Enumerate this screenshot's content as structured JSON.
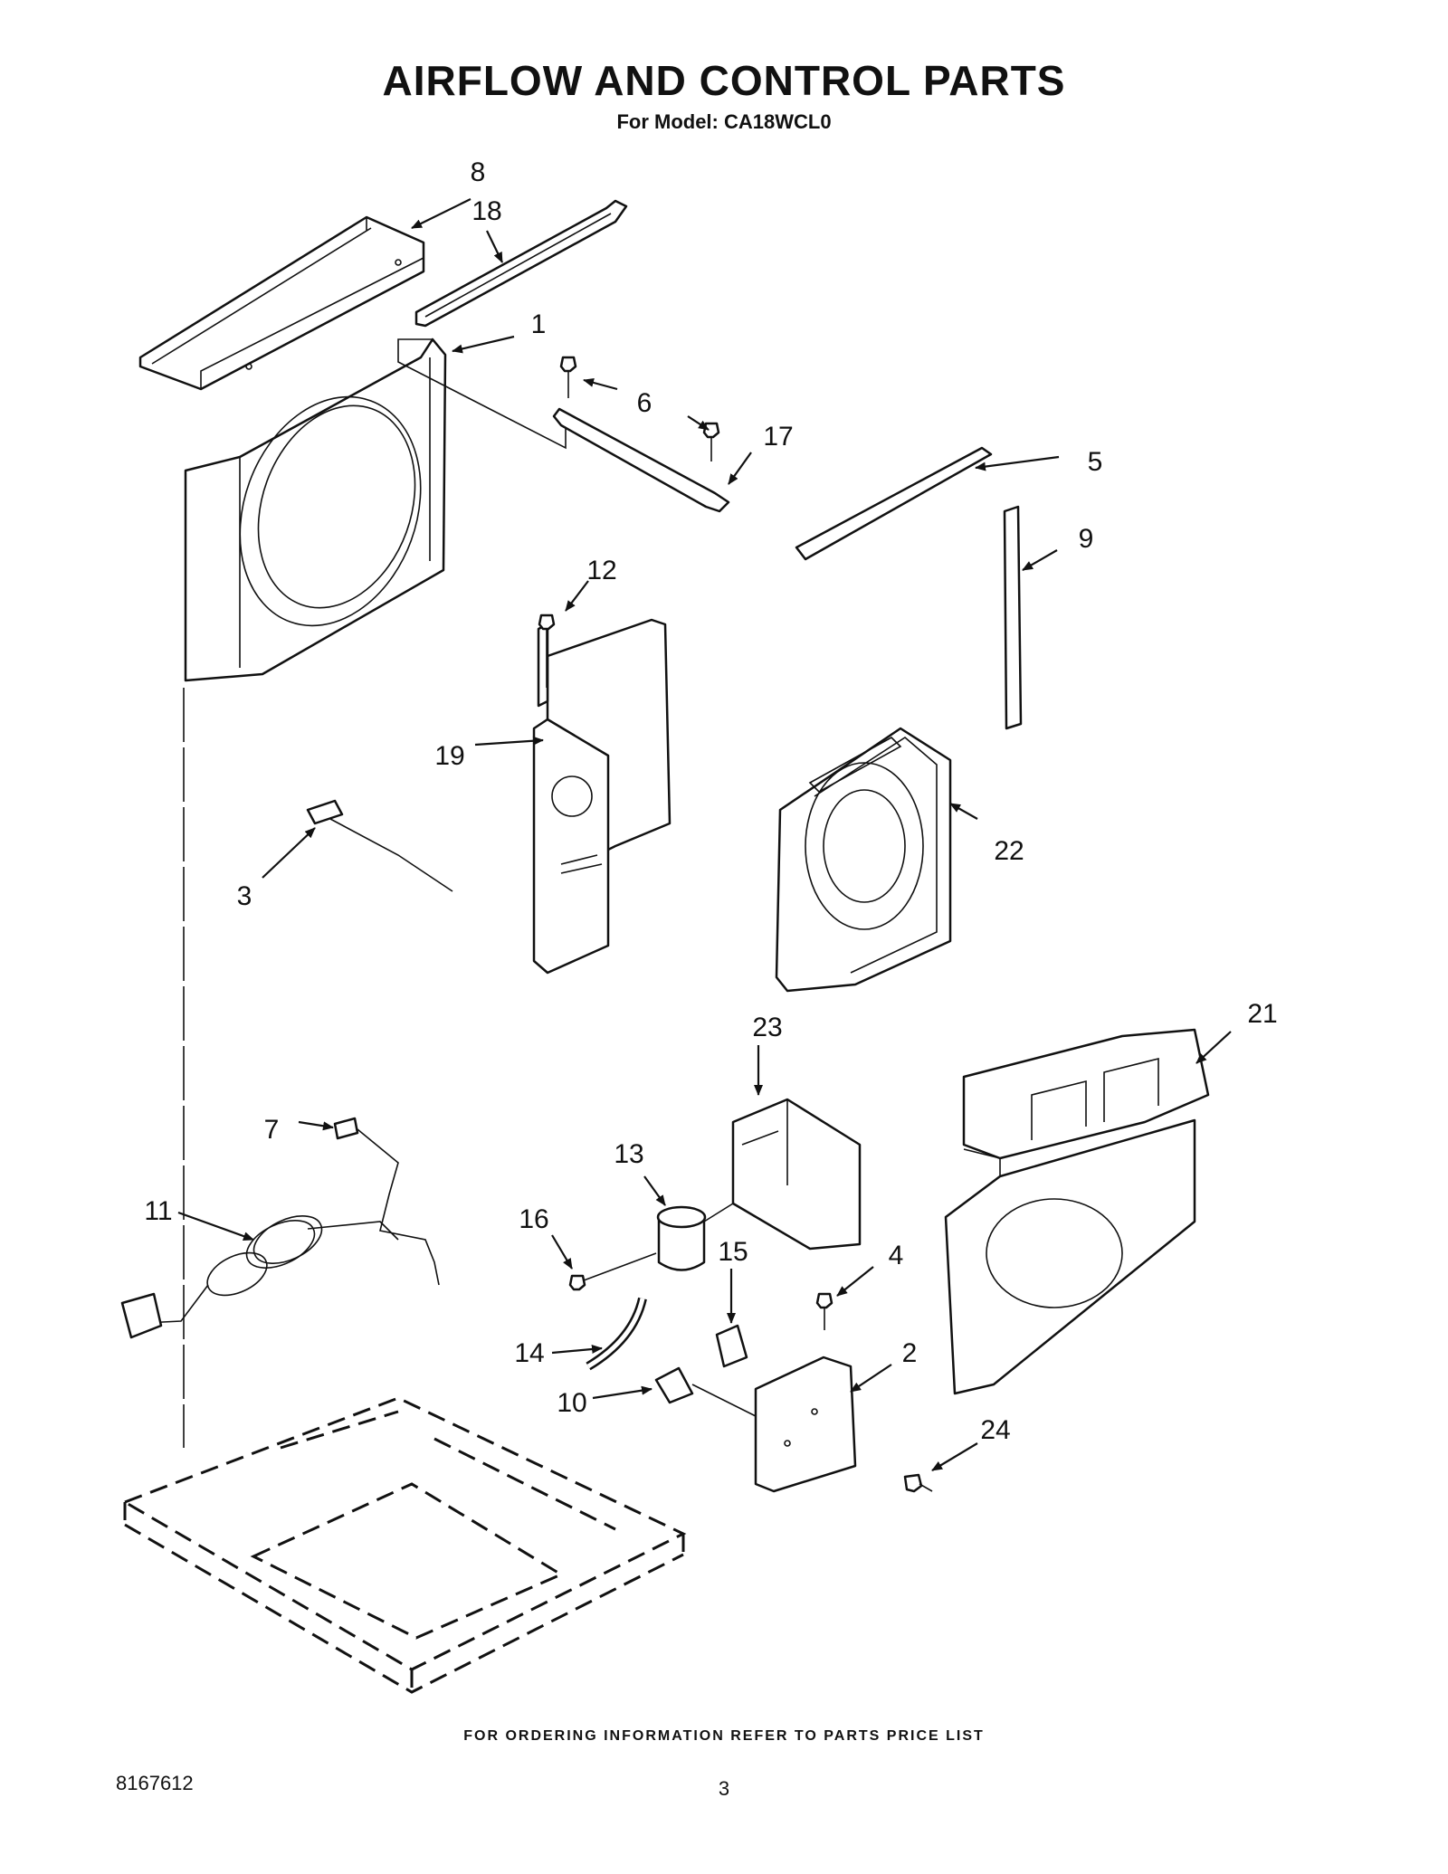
{
  "header": {
    "title": "AIRFLOW AND CONTROL PARTS",
    "subtitle": "For Model: CA18WCL0"
  },
  "footer": {
    "ordering_note": "FOR ORDERING INFORMATION REFER TO PARTS PRICE LIST",
    "doc_number": "8167612",
    "page_number": "3"
  },
  "callouts": [
    {
      "id": "c8",
      "label": "8"
    },
    {
      "id": "c18",
      "label": "18"
    },
    {
      "id": "c1",
      "label": "1"
    },
    {
      "id": "c6",
      "label": "6"
    },
    {
      "id": "c17",
      "label": "17"
    },
    {
      "id": "c5",
      "label": "5"
    },
    {
      "id": "c9",
      "label": "9"
    },
    {
      "id": "c12",
      "label": "12"
    },
    {
      "id": "c19",
      "label": "19"
    },
    {
      "id": "c22",
      "label": "22"
    },
    {
      "id": "c3",
      "label": "3"
    },
    {
      "id": "c23",
      "label": "23"
    },
    {
      "id": "c21",
      "label": "21"
    },
    {
      "id": "c7",
      "label": "7"
    },
    {
      "id": "c13",
      "label": "13"
    },
    {
      "id": "c11",
      "label": "11"
    },
    {
      "id": "c16",
      "label": "16"
    },
    {
      "id": "c15",
      "label": "15"
    },
    {
      "id": "c4",
      "label": "4"
    },
    {
      "id": "c14",
      "label": "14"
    },
    {
      "id": "c2",
      "label": "2"
    },
    {
      "id": "c10",
      "label": "10"
    },
    {
      "id": "c24",
      "label": "24"
    }
  ]
}
